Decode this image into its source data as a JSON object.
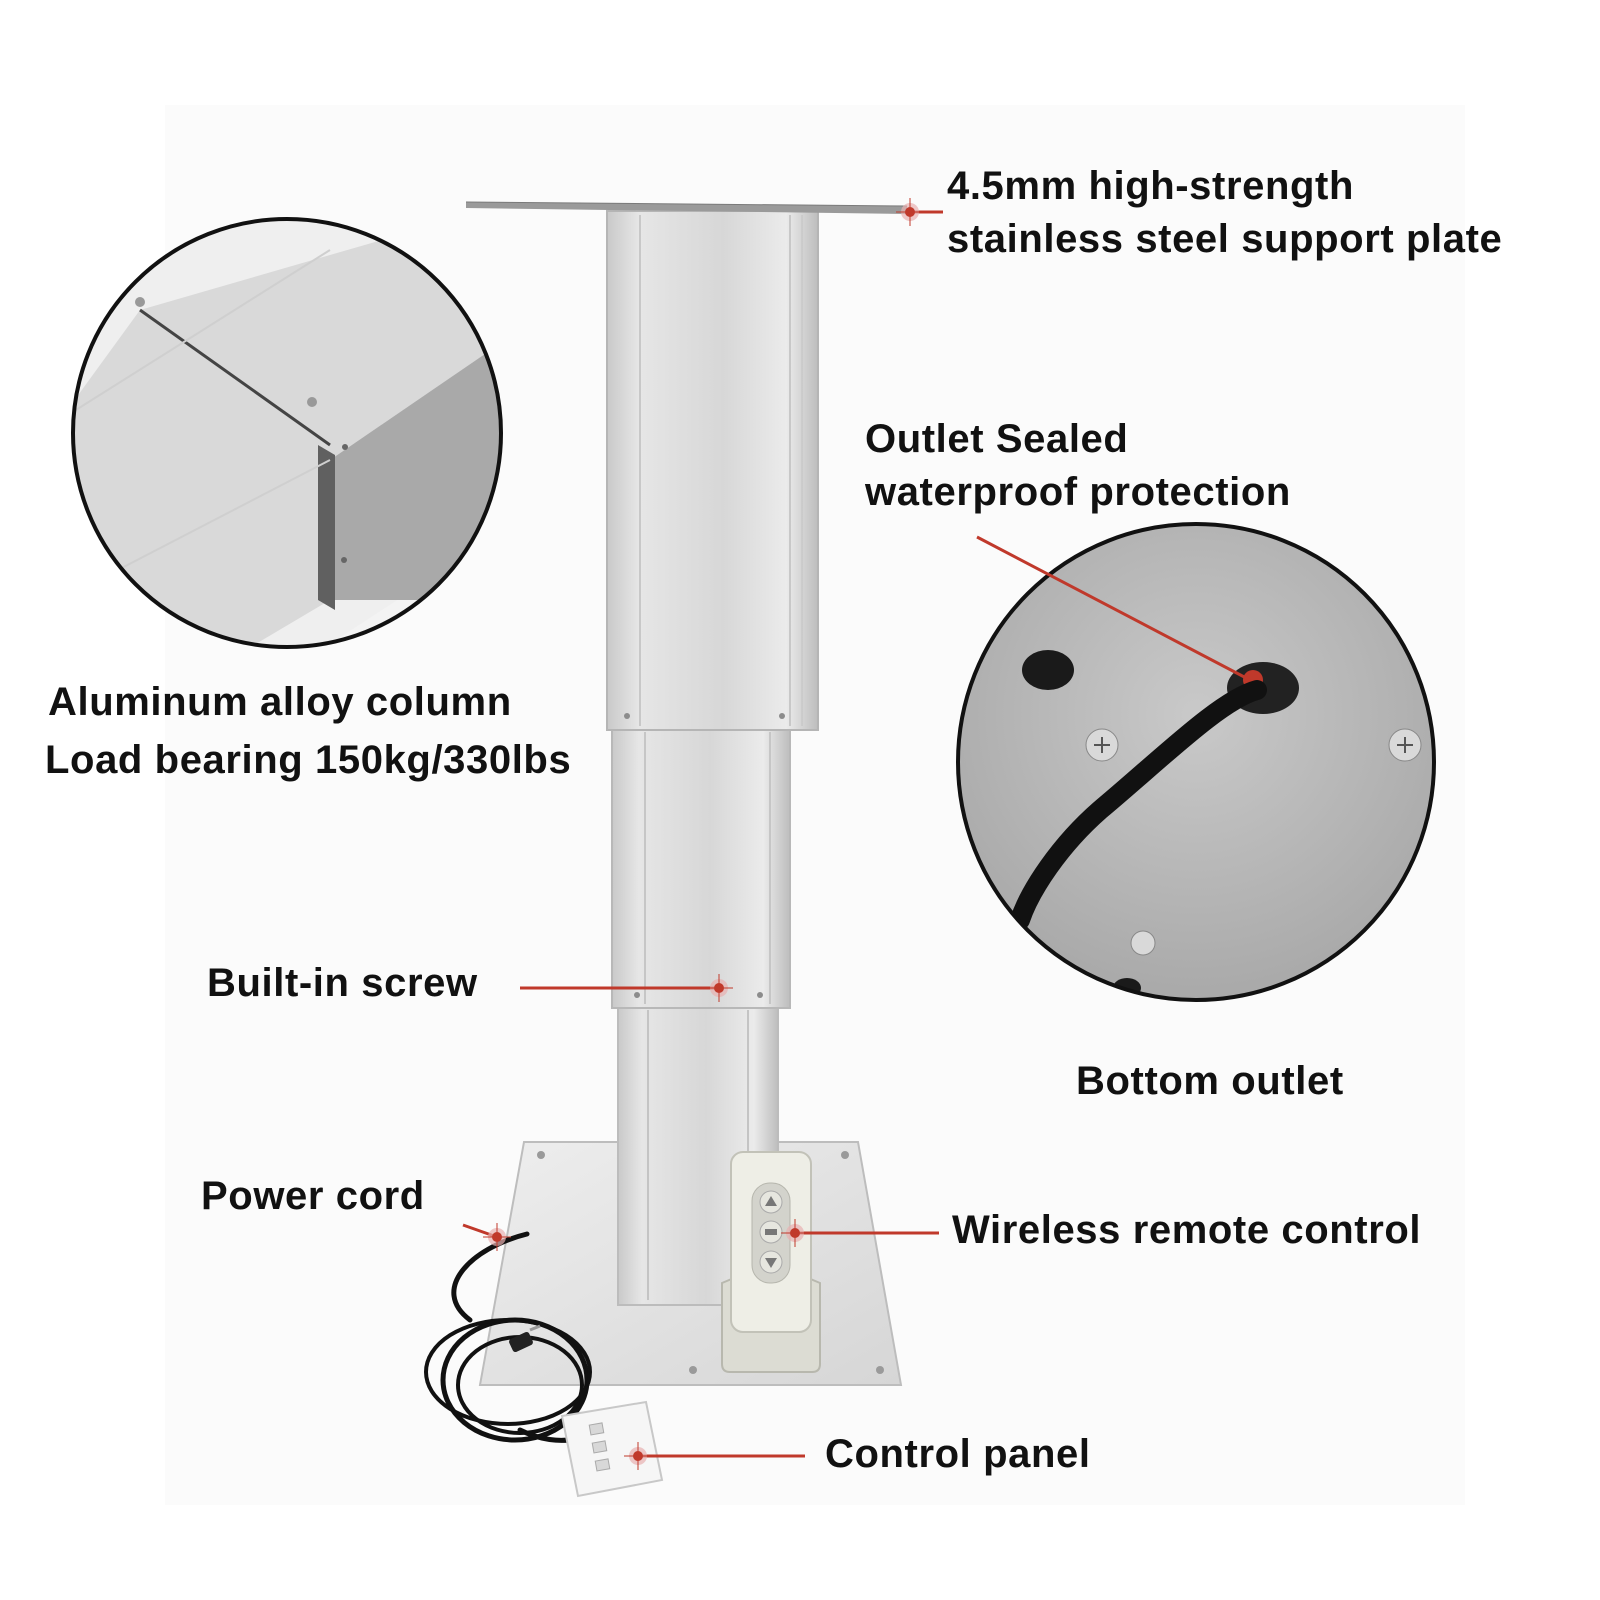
{
  "labels": {
    "support_plate": {
      "line1": "4.5mm high-strength",
      "line2": "stainless steel support plate"
    },
    "outlet_sealed": {
      "line1": "Outlet Sealed",
      "line2": "waterproof protection"
    },
    "aluminum_column": {
      "line1": "Aluminum alloy column",
      "line2": "Load bearing 150kg/330lbs"
    },
    "built_in_screw": "Built-in screw",
    "bottom_outlet": "Bottom outlet",
    "power_cord": "Power cord",
    "wireless_remote": "Wireless remote control",
    "control_panel": "Control panel"
  },
  "colors": {
    "leader_line": "#c0392b",
    "text": "#111111",
    "aluminum": "#dcdcdc",
    "cable": "#111111"
  },
  "icons": {
    "callout_marker": "red-crosshair-dot",
    "remote_buttons": [
      "up-arrow",
      "stop",
      "down-arrow"
    ]
  }
}
